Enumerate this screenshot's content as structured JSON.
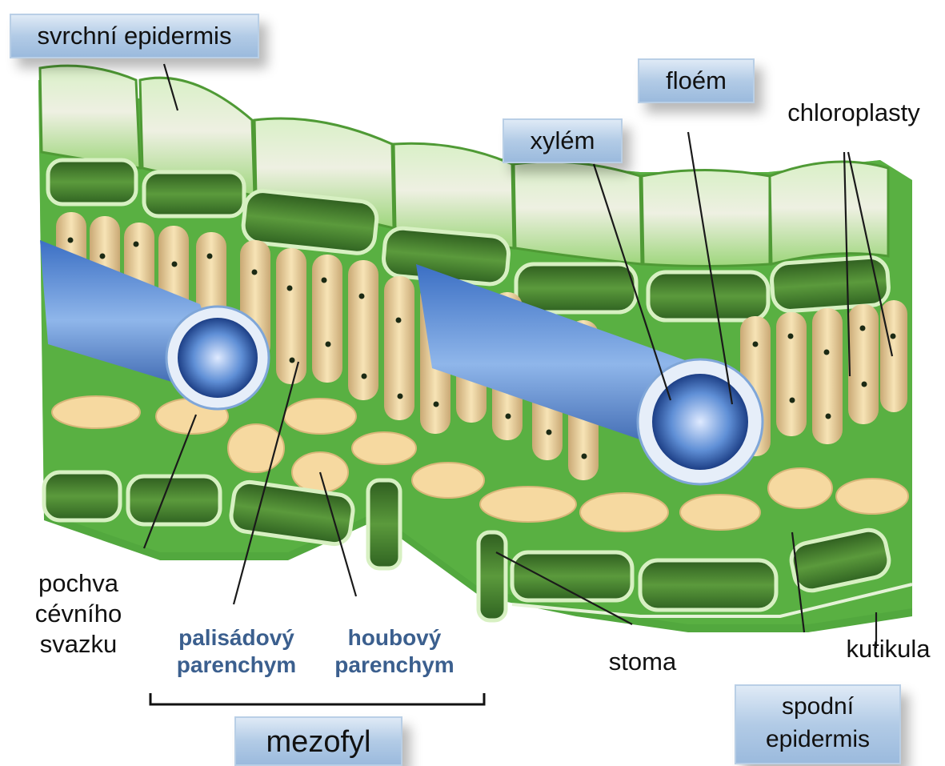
{
  "labels": {
    "upper_epidermis": "svrchní epidermis",
    "phloem": "floém",
    "xylem": "xylém",
    "chloroplasts": "chloroplasty",
    "bundle_sheath": [
      "pochva",
      "cévního",
      "svazku"
    ],
    "palisade": [
      "palisádový",
      "parenchym"
    ],
    "spongy": [
      "houbový",
      "parenchym"
    ],
    "stoma": "stoma",
    "cuticle": "kutikula",
    "lower_epidermis": [
      "spodní",
      "epidermis"
    ],
    "mesophyll": "mezofyl"
  },
  "colors": {
    "accent_text": "#3b5f8e",
    "label_box": "#b2cbe6",
    "epidermis": "#a6d88a",
    "chloroplast_cells": "#f1d9a2",
    "vein": "#3d74c9",
    "mesophyll_fill": "#4ea63a"
  }
}
